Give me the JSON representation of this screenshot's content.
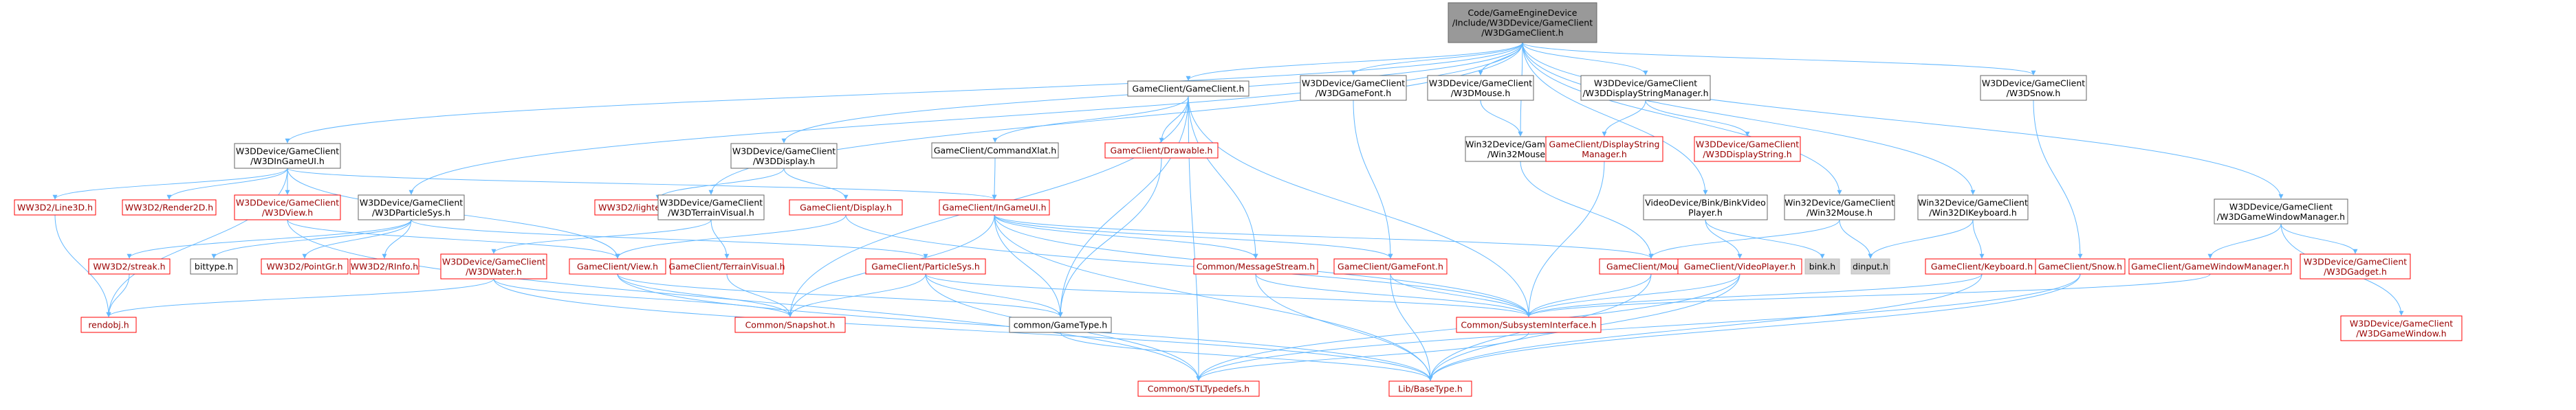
{
  "graph_title": "Code/GameEngineDevice/Include/W3DDevice/GameClient/W3DGameClient.h",
  "colors": {
    "edge": "#63b8ff",
    "normal_border": "#666666",
    "normal_text": "#000000",
    "missing_border": "#ff0000",
    "missing_text": "#9a0000",
    "root_fill": "#999999",
    "ghost_fill": "#d3d3d3"
  },
  "nodes": [
    {
      "id": "root",
      "label": "Code/GameEngineDevice\n/Include/W3DDevice/GameClient\n/W3DGameClient.h",
      "style": "root"
    },
    {
      "id": "gameclient",
      "label": "GameClient/GameClient.h",
      "style": "normal"
    },
    {
      "id": "w3dgamefont",
      "label": "W3DDevice/GameClient\n/W3DGameFont.h",
      "style": "normal"
    },
    {
      "id": "w3dmouse",
      "label": "W3DDevice/GameClient\n/W3DMouse.h",
      "style": "normal"
    },
    {
      "id": "w3ddisplaystrmgr",
      "label": "W3DDevice/GameClient\n/W3DDisplayStringManager.h",
      "style": "normal"
    },
    {
      "id": "w3dsnow",
      "label": "W3DDevice/GameClient\n/W3DSnow.h",
      "style": "normal"
    },
    {
      "id": "w3dingameui",
      "label": "W3DDevice/GameClient\n/W3DInGameUI.h",
      "style": "normal"
    },
    {
      "id": "w3ddisplay",
      "label": "W3DDevice/GameClient\n/W3DDisplay.h",
      "style": "normal"
    },
    {
      "id": "commandxlat",
      "label": "GameClient/CommandXlat.h",
      "style": "normal"
    },
    {
      "id": "drawable",
      "label": "GameClient/Drawable.h",
      "style": "missing"
    },
    {
      "id": "win32mouse_w3d",
      "label": "Win32Device/GameClient\n/Win32Mouse.h",
      "style": "normal"
    },
    {
      "id": "displaystrmgr",
      "label": "GameClient/DisplayString\nManager.h",
      "style": "missing"
    },
    {
      "id": "w3ddisplaystring",
      "label": "W3DDevice/GameClient\n/W3DDisplayString.h",
      "style": "missing"
    },
    {
      "id": "w3dgamewinmgr",
      "label": "W3DDevice/GameClient\n/W3DGameWindowManager.h",
      "style": "normal"
    },
    {
      "id": "line3d",
      "label": "WW3D2/Line3D.h",
      "style": "missing"
    },
    {
      "id": "render2d",
      "label": "WW3D2/Render2D.h",
      "style": "missing"
    },
    {
      "id": "w3dview",
      "label": "W3DDevice/GameClient\n/W3DView.h",
      "style": "missing"
    },
    {
      "id": "w3dparticlesys",
      "label": "W3DDevice/GameClient\n/W3DParticleSys.h",
      "style": "normal"
    },
    {
      "id": "lightenv",
      "label": "WW3D2/lightenvironment.h",
      "style": "missing"
    },
    {
      "id": "display",
      "label": "GameClient/Display.h",
      "style": "missing"
    },
    {
      "id": "w3dterrainvisual",
      "label": "W3DDevice/GameClient\n/W3DTerrainVisual.h",
      "style": "normal"
    },
    {
      "id": "ingameui",
      "label": "GameClient/InGameUI.h",
      "style": "missing"
    },
    {
      "id": "videoplayer_bink",
      "label": "VideoDevice/Bink/BinkVideo\nPlayer.h",
      "style": "normal"
    },
    {
      "id": "win32mouse",
      "label": "Win32Device/GameClient\n/Win32Mouse.h",
      "style": "normal"
    },
    {
      "id": "win32keyboard",
      "label": "Win32Device/GameClient\n/Win32DIKeyboard.h",
      "style": "normal"
    },
    {
      "id": "streak",
      "label": "WW3D2/streak.h",
      "style": "missing"
    },
    {
      "id": "bittype",
      "label": "bittype.h",
      "style": "normal"
    },
    {
      "id": "pointgr",
      "label": "WW3D2/PointGr.h",
      "style": "missing"
    },
    {
      "id": "rinfo",
      "label": "WW3D2/RInfo.h",
      "style": "missing"
    },
    {
      "id": "w3dwater",
      "label": "W3DDevice/GameClient\n/W3DWater.h",
      "style": "missing"
    },
    {
      "id": "view",
      "label": "GameClient/View.h",
      "style": "missing"
    },
    {
      "id": "terrainvisual",
      "label": "GameClient/TerrainVisual.h",
      "style": "missing"
    },
    {
      "id": "particlesys",
      "label": "GameClient/ParticleSys.h",
      "style": "missing"
    },
    {
      "id": "messagestream",
      "label": "Common/MessageStream.h",
      "style": "missing"
    },
    {
      "id": "gamefont",
      "label": "GameClient/GameFont.h",
      "style": "missing"
    },
    {
      "id": "mouse",
      "label": "GameClient/Mouse.h",
      "style": "missing"
    },
    {
      "id": "bink",
      "label": "bink.h",
      "style": "ghost"
    },
    {
      "id": "videoplayer",
      "label": "GameClient/VideoPlayer.h",
      "style": "missing"
    },
    {
      "id": "dinput",
      "label": "dinput.h",
      "style": "ghost"
    },
    {
      "id": "keyboard",
      "label": "GameClient/Keyboard.h",
      "style": "missing"
    },
    {
      "id": "snow",
      "label": "GameClient/Snow.h",
      "style": "missing"
    },
    {
      "id": "gamewinmgr",
      "label": "GameClient/GameWindowManager.h",
      "style": "missing"
    },
    {
      "id": "w3dgadget",
      "label": "W3DDevice/GameClient\n/W3DGadget.h",
      "style": "missing"
    },
    {
      "id": "w3dgamewindow",
      "label": "W3DDevice/GameClient\n/W3DGameWindow.h",
      "style": "missing"
    },
    {
      "id": "renderobj",
      "label": "rendobj.h",
      "style": "missing"
    },
    {
      "id": "snapshot",
      "label": "Common/Snapshot.h",
      "style": "missing"
    },
    {
      "id": "gametype",
      "label": "common/GameType.h",
      "style": "normal"
    },
    {
      "id": "subsysiface",
      "label": "Common/SubsystemInterface.h",
      "style": "missing"
    },
    {
      "id": "stltypedefs",
      "label": "Common/STLTypedefs.h",
      "style": "missing"
    },
    {
      "id": "basetype",
      "label": "Lib/BaseType.h",
      "style": "missing"
    }
  ],
  "edges": [
    [
      "root",
      "gameclient"
    ],
    [
      "root",
      "w3dgamefont"
    ],
    [
      "root",
      "w3dmouse"
    ],
    [
      "root",
      "w3ddisplaystrmgr"
    ],
    [
      "root",
      "w3dsnow"
    ],
    [
      "root",
      "w3dingameui"
    ],
    [
      "root",
      "w3ddisplay"
    ],
    [
      "root",
      "w3dparticlesys"
    ],
    [
      "root",
      "w3dterrainvisual"
    ],
    [
      "root",
      "win32mouse_w3d"
    ],
    [
      "root",
      "videoplayer_bink"
    ],
    [
      "root",
      "win32mouse"
    ],
    [
      "root",
      "win32keyboard"
    ],
    [
      "root",
      "w3dgamewinmgr"
    ],
    [
      "gameclient",
      "commandxlat"
    ],
    [
      "gameclient",
      "drawable"
    ],
    [
      "gameclient",
      "messagestream"
    ],
    [
      "gameclient",
      "gametype"
    ],
    [
      "gameclient",
      "subsysiface"
    ],
    [
      "gameclient",
      "snapshot"
    ],
    [
      "gameclient",
      "stltypedefs"
    ],
    [
      "w3dgamefont",
      "gamefont"
    ],
    [
      "w3dmouse",
      "win32mouse_w3d"
    ],
    [
      "w3ddisplaystrmgr",
      "displaystrmgr"
    ],
    [
      "w3ddisplaystrmgr",
      "w3ddisplaystring"
    ],
    [
      "w3dsnow",
      "snow"
    ],
    [
      "w3dingameui",
      "line3d"
    ],
    [
      "w3dingameui",
      "render2d"
    ],
    [
      "w3dingameui",
      "w3dview"
    ],
    [
      "w3dingameui",
      "ingameui"
    ],
    [
      "w3dingameui",
      "view"
    ],
    [
      "w3dingameui",
      "renderobj"
    ],
    [
      "w3ddisplay",
      "lightenv"
    ],
    [
      "w3ddisplay",
      "display"
    ],
    [
      "commandxlat",
      "ingameui"
    ],
    [
      "drawable",
      "gametype"
    ],
    [
      "win32mouse_w3d",
      "mouse"
    ],
    [
      "displaystrmgr",
      "subsysiface"
    ],
    [
      "w3dgamewinmgr",
      "gamewinmgr"
    ],
    [
      "w3dgamewinmgr",
      "w3dgadget"
    ],
    [
      "w3dgamewinmgr",
      "w3dgamewindow"
    ],
    [
      "line3d",
      "renderobj"
    ],
    [
      "w3dview",
      "view"
    ],
    [
      "w3dview",
      "stltypedefs"
    ],
    [
      "w3dparticlesys",
      "streak"
    ],
    [
      "w3dparticlesys",
      "bittype"
    ],
    [
      "w3dparticlesys",
      "pointgr"
    ],
    [
      "w3dparticlesys",
      "rinfo"
    ],
    [
      "w3dparticlesys",
      "particlesys"
    ],
    [
      "display",
      "view"
    ],
    [
      "display",
      "subsysiface"
    ],
    [
      "w3dterrainvisual",
      "w3dwater"
    ],
    [
      "w3dterrainvisual",
      "terrainvisual"
    ],
    [
      "ingameui",
      "messagestream"
    ],
    [
      "ingameui",
      "gamefont"
    ],
    [
      "ingameui",
      "mouse"
    ],
    [
      "ingameui",
      "snapshot"
    ],
    [
      "ingameui",
      "gametype"
    ],
    [
      "ingameui",
      "subsysiface"
    ],
    [
      "ingameui",
      "basetype"
    ],
    [
      "videoplayer_bink",
      "bink"
    ],
    [
      "videoplayer_bink",
      "videoplayer"
    ],
    [
      "win32mouse",
      "mouse"
    ],
    [
      "win32mouse",
      "dinput"
    ],
    [
      "win32keyboard",
      "dinput"
    ],
    [
      "win32keyboard",
      "keyboard"
    ],
    [
      "streak",
      "renderobj"
    ],
    [
      "w3dwater",
      "renderobj"
    ],
    [
      "w3dwater",
      "snapshot"
    ],
    [
      "w3dwater",
      "basetype"
    ],
    [
      "view",
      "snapshot"
    ],
    [
      "view",
      "gametype"
    ],
    [
      "view",
      "basetype"
    ],
    [
      "terrainvisual",
      "snapshot"
    ],
    [
      "particlesys",
      "snapshot"
    ],
    [
      "particlesys",
      "gametype"
    ],
    [
      "particlesys",
      "subsysiface"
    ],
    [
      "particlesys",
      "stltypedefs"
    ],
    [
      "messagestream",
      "subsysiface"
    ],
    [
      "messagestream",
      "basetype"
    ],
    [
      "gamefont",
      "subsysiface"
    ],
    [
      "gamefont",
      "basetype"
    ],
    [
      "mouse",
      "subsysiface"
    ],
    [
      "mouse",
      "basetype"
    ],
    [
      "videoplayer",
      "subsysiface"
    ],
    [
      "videoplayer",
      "stltypedefs"
    ],
    [
      "videoplayer",
      "basetype"
    ],
    [
      "keyboard",
      "subsysiface"
    ],
    [
      "keyboard",
      "basetype"
    ],
    [
      "snow",
      "stltypedefs"
    ],
    [
      "snow",
      "basetype"
    ],
    [
      "gamewinmgr",
      "subsysiface"
    ],
    [
      "gametype",
      "basetype"
    ],
    [
      "subsysiface",
      "stltypedefs"
    ]
  ]
}
